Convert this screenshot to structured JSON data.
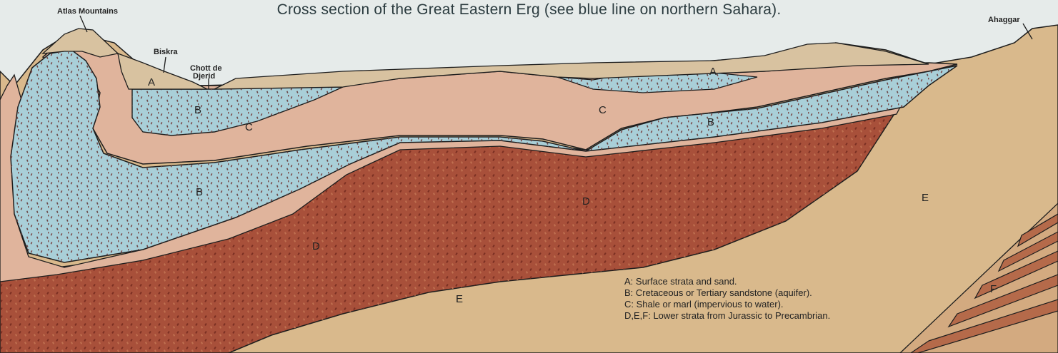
{
  "title": "Cross section of the Great Eastern Erg (see blue line on northern Sahara).",
  "places": {
    "atlas": "Atlas Mountains",
    "biskra": "Biskra",
    "chott1": "Chott de",
    "chott2": "Djerid",
    "ahaggar": "Ahaggar"
  },
  "strata_labels": {
    "a1": "A",
    "a2": "A",
    "b1": "B",
    "b2": "B",
    "b3": "B",
    "c1": "C",
    "c2": "C",
    "d1": "D",
    "d2": "D",
    "e1": "E",
    "e2": "E",
    "f1": "F"
  },
  "legend": [
    "A: Surface strata and sand.",
    "B: Cretaceous or Tertiary sandstone (aquifer).",
    "C: Shale or marl (impervious to water).",
    "D,E,F: Lower strata from Jurassic to Precambrian."
  ],
  "colors": {
    "sky": "#e6ebea",
    "stratum_a": "#d8c2a0",
    "stratum_b": "#a9cfd8",
    "stratum_c": "#e0b49c",
    "stratum_d": "#a8503a",
    "stratum_e": "#d9b98c"
  }
}
